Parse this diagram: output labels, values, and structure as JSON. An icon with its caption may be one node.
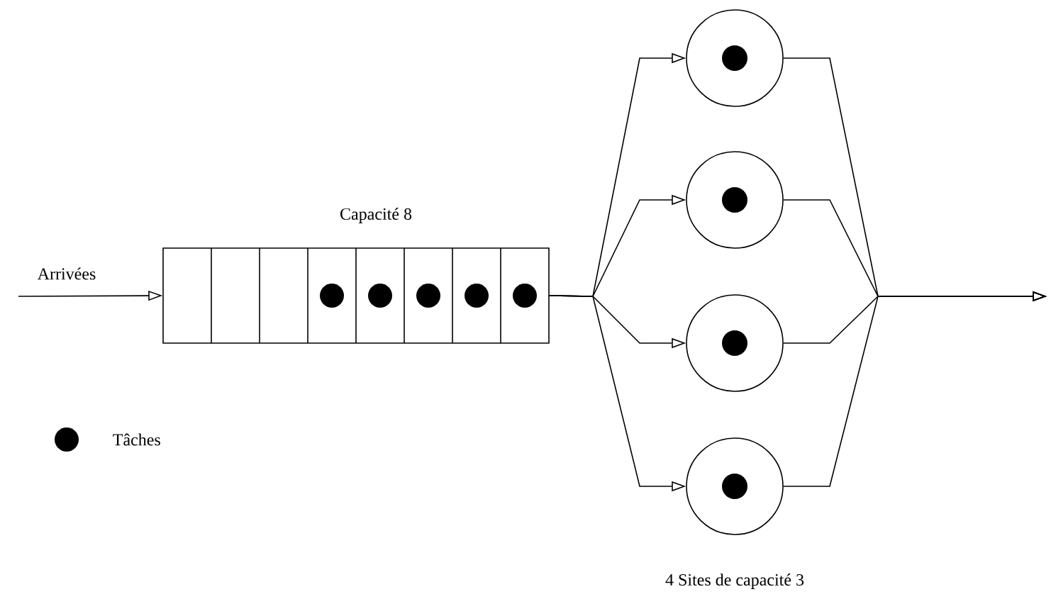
{
  "diagram": {
    "nodes": [
      {
        "text": [],
        "shape": "box",
        "beside": [
          "Capacité 8"
        ]
      },
      {
        "text": [],
        "shape": "circle"
      },
      {
        "text": [],
        "shape": "circle"
      },
      {
        "text": [],
        "shape": "circle"
      },
      {
        "text": [],
        "shape": "circle"
      }
    ],
    "edges": [
      {
        "from": null,
        "to": 0,
        "arrow": "to",
        "label": "Arrivées"
      },
      {
        "from": 0,
        "to": 1,
        "arrow": "to"
      },
      {
        "from": 0,
        "to": 2,
        "arrow": "to"
      },
      {
        "from": 0,
        "to": 3,
        "arrow": "to"
      },
      {
        "from": 0,
        "to": 4,
        "arrow": "to"
      },
      {
        "from": 1,
        "to": null,
        "arrow": "to"
      },
      {
        "from": 2,
        "to": null,
        "arrow": "to"
      },
      {
        "from": 3,
        "to": null,
        "arrow": "to"
      },
      {
        "from": 4,
        "to": null,
        "arrow": "to"
      }
    ],
    "labels": [
      "4 Sites de capacité 3"
    ],
    "legend": [
      {
        "text": "Tâches"
      }
    ]
  }
}
